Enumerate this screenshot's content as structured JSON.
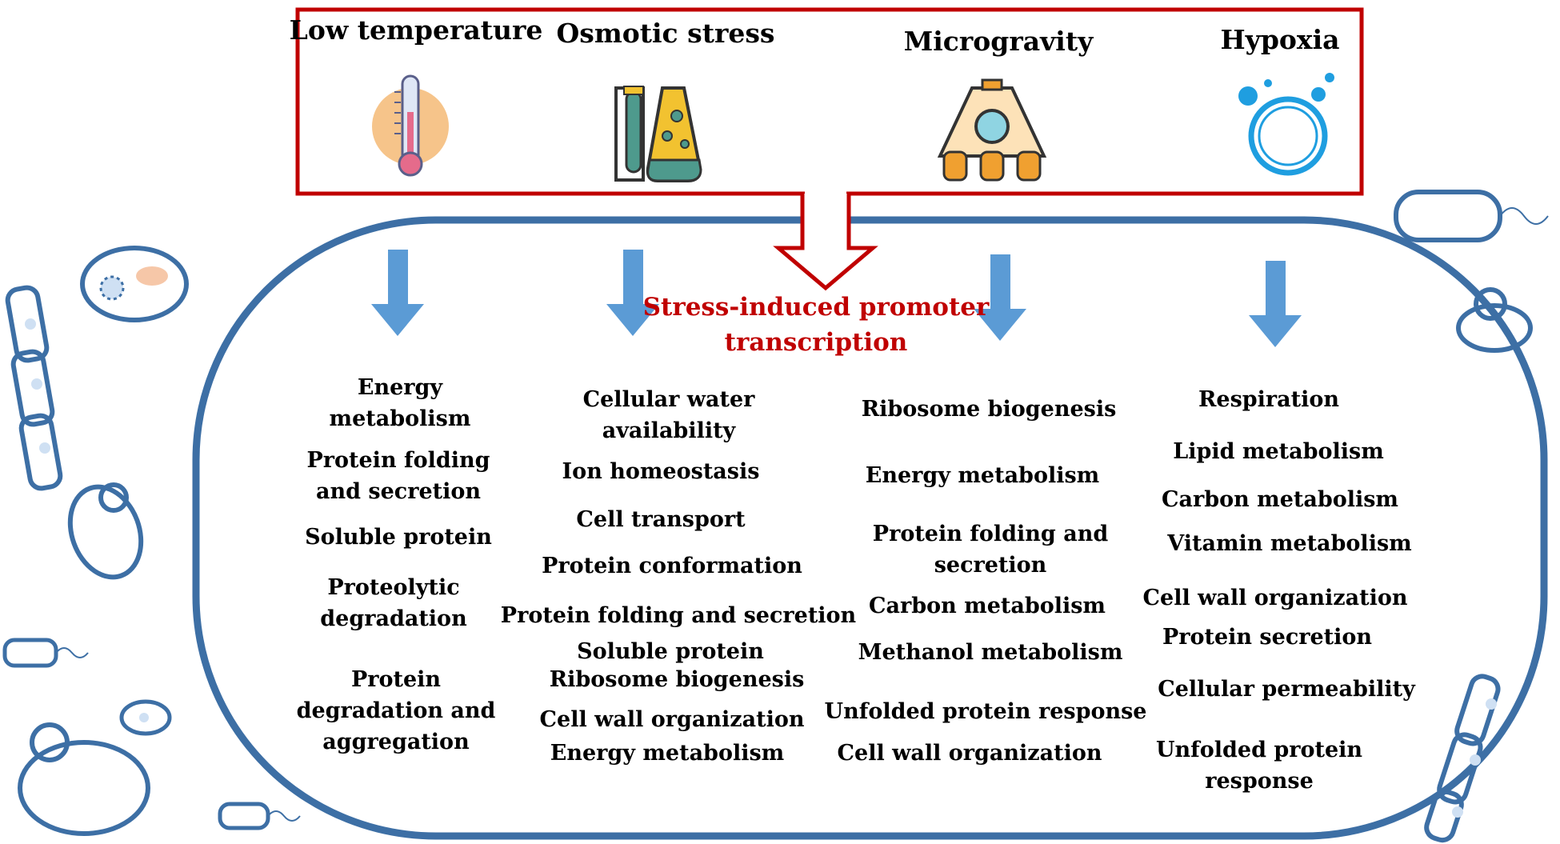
{
  "stresses": [
    {
      "label": "Low temperature",
      "icon": "thermometer-icon"
    },
    {
      "label": "Osmotic stress",
      "icon": "test-tube-flask-icon"
    },
    {
      "label": "Microgravity",
      "icon": "space-capsule-icon"
    },
    {
      "label": "Hypoxia",
      "icon": "oxygen-bubble-icon"
    }
  ],
  "center_title": {
    "line1": "Stress-induced promoter",
    "line2": "transcription"
  },
  "columns": [
    {
      "items": [
        "Energy\nmetabolism",
        "Protein folding\nand secretion",
        "Soluble protein",
        "Proteolytic\ndegradation",
        "Protein\ndegradation and\naggregation"
      ]
    },
    {
      "items": [
        "Cellular water\navailability",
        "Ion homeostasis",
        "Cell transport",
        "Protein conformation",
        "Protein folding and secretion",
        "Soluble protein",
        "Ribosome biogenesis",
        "Cell wall organization",
        "Energy metabolism"
      ]
    },
    {
      "items": [
        "Ribosome biogenesis",
        "Energy metabolism",
        "Protein folding  and\nsecretion",
        "Carbon metabolism",
        "Methanol metabolism",
        "Unfolded protein response",
        "Cell wall organization"
      ]
    },
    {
      "items": [
        "Respiration",
        "Lipid metabolism",
        "Carbon metabolism",
        "Vitamin metabolism",
        "Cell wall organization",
        "Protein secretion",
        "Cellular permeability",
        "Unfolded protein\nresponse"
      ]
    }
  ],
  "colors": {
    "frame": "#c00000",
    "cell_outline": "#3d6fa5",
    "arrow": "#5b9bd5",
    "title": "#c00000"
  }
}
